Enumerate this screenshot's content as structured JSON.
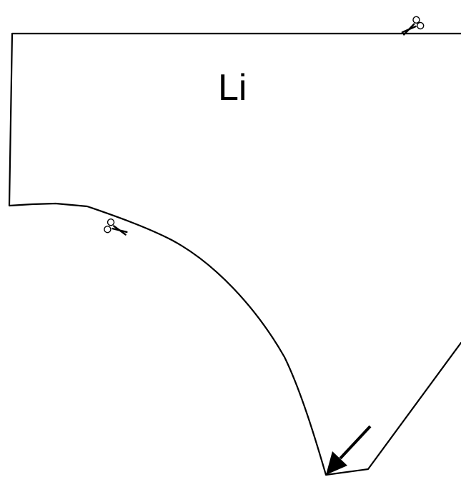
{
  "piece": {
    "label": "Li",
    "line_color": "#000000",
    "background_color": "#ffffff"
  },
  "markers": {
    "cut_marks": [
      {
        "icon": "scissors-icon",
        "position": "top-right"
      },
      {
        "icon": "scissors-icon",
        "position": "left-curve"
      }
    ],
    "grainline": {
      "icon": "arrow-icon",
      "direction": "down-left"
    }
  }
}
